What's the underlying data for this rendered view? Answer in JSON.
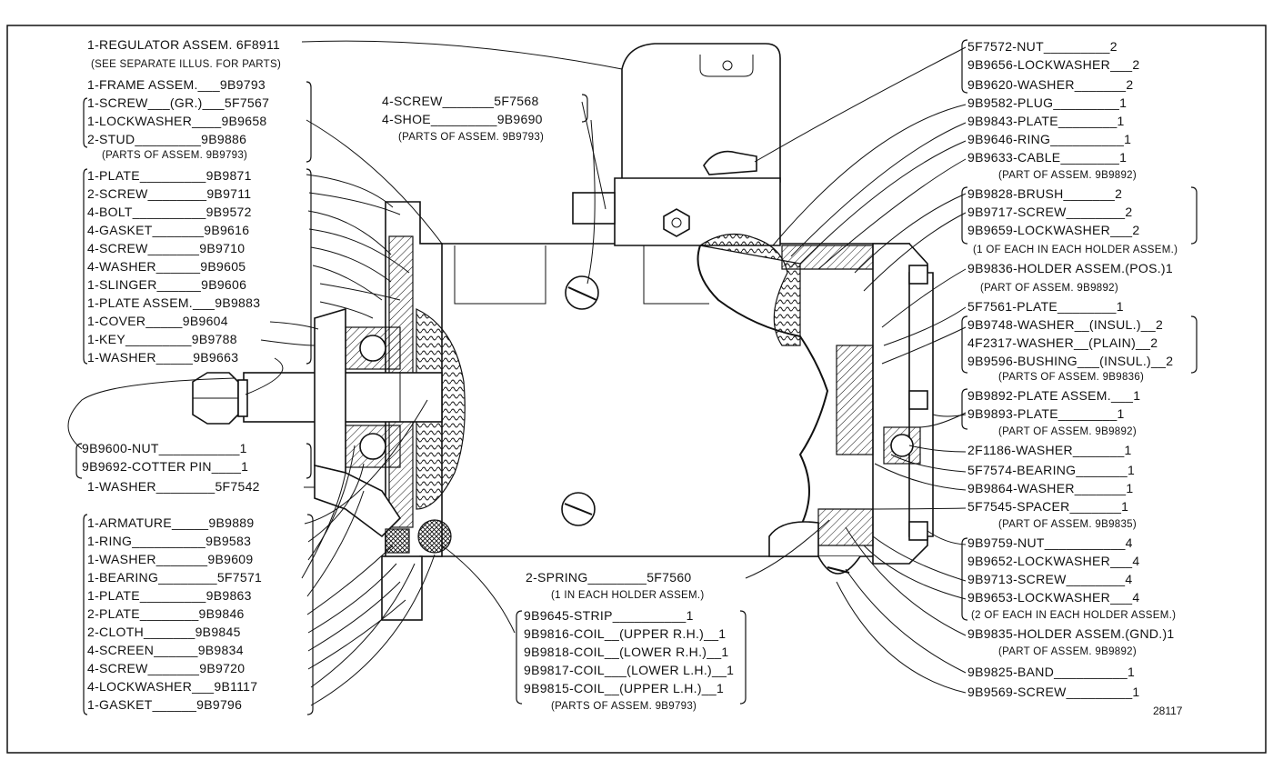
{
  "figure_number": "28117",
  "left_labels": [
    {
      "id": "regulator",
      "text": "1-REGULATOR ASSEM. 6F8911",
      "sub": "(SEE SEPARATE ILLUS. FOR PARTS)"
    },
    {
      "id": "frame",
      "text": "1-FRAME ASSEM.___9B9793"
    },
    {
      "id": "screw-gr",
      "text": "1-SCREW___(GR.)___5F7567"
    },
    {
      "id": "lockwasher-9b9658",
      "text": "1-LOCKWASHER____9B9658"
    },
    {
      "id": "stud",
      "text": "2-STUD_________9B9886",
      "sub": "(PARTS OF ASSEM. 9B9793)"
    },
    {
      "id": "plate-9b9871",
      "text": "1-PLATE_________9B9871"
    },
    {
      "id": "screw-9b9711",
      "text": "2-SCREW________9B9711"
    },
    {
      "id": "bolt",
      "text": "4-BOLT__________9B9572"
    },
    {
      "id": "gasket-9b9616",
      "text": "4-GASKET_______9B9616"
    },
    {
      "id": "screw-9b9710",
      "text": "4-SCREW_______9B9710"
    },
    {
      "id": "washer-9b9605",
      "text": "4-WASHER______9B9605"
    },
    {
      "id": "slinger",
      "text": "1-SLINGER______9B9606"
    },
    {
      "id": "plate-assem-9b9883",
      "text": "1-PLATE ASSEM.___9B9883"
    },
    {
      "id": "cover",
      "text": "1-COVER_____9B9604"
    },
    {
      "id": "key",
      "text": "1-KEY_________9B9788"
    },
    {
      "id": "washer-9b9663",
      "text": "1-WASHER_____9B9663"
    },
    {
      "id": "nut-9b9600",
      "text": "9B9600-NUT___________1"
    },
    {
      "id": "cotter-pin",
      "text": "9B9692-COTTER PIN____1"
    },
    {
      "id": "washer-5f7542",
      "text": "1-WASHER________5F7542"
    },
    {
      "id": "armature",
      "text": "1-ARMATURE_____9B9889"
    },
    {
      "id": "ring-9b9583",
      "text": "1-RING__________9B9583"
    },
    {
      "id": "washer-9b9609",
      "text": "1-WASHER_______9B9609"
    },
    {
      "id": "bearing-5f7571",
      "text": "1-BEARING________5F7571"
    },
    {
      "id": "plate-9b9863",
      "text": "1-PLATE_________9B9863"
    },
    {
      "id": "plate-9b9846",
      "text": "2-PLATE________9B9846"
    },
    {
      "id": "cloth",
      "text": "2-CLOTH_______9B9845"
    },
    {
      "id": "screen",
      "text": "4-SCREEN______9B9834"
    },
    {
      "id": "screw-9b9720",
      "text": "4-SCREW_______9B9720"
    },
    {
      "id": "lockwasher-9b1117",
      "text": "4-LOCKWASHER___9B1117"
    },
    {
      "id": "gasket-9b9796",
      "text": "1-GASKET______9B9796"
    }
  ],
  "center_labels": [
    {
      "id": "screw-5f7568",
      "text": "4-SCREW_______5F7568"
    },
    {
      "id": "shoe",
      "text": "4-SHOE_________9B9690",
      "sub": "(PARTS OF ASSEM. 9B9793)"
    },
    {
      "id": "spring",
      "text": "2-SPRING________5F7560",
      "sub": "(1 IN EACH HOLDER ASSEM.)"
    },
    {
      "id": "strip",
      "text": "9B9645-STRIP__________1"
    },
    {
      "id": "coil-upper-rh",
      "text": "9B9816-COIL__(UPPER R.H.)__1"
    },
    {
      "id": "coil-lower-rh",
      "text": "9B9818-COIL__(LOWER R.H.)__1"
    },
    {
      "id": "coil-lower-lh",
      "text": "9B9817-COIL___(LOWER L.H.)__1"
    },
    {
      "id": "coil-upper-lh",
      "text": "9B9815-COIL__(UPPER L.H.)__1",
      "sub": "(PARTS OF ASSEM. 9B9793)"
    }
  ],
  "right_labels": [
    {
      "id": "nut-5f7572",
      "text": "5F7572-NUT_________2"
    },
    {
      "id": "lockwasher-9b9656",
      "text": "9B9656-LOCKWASHER___2"
    },
    {
      "id": "washer-9b9620",
      "text": "9B9620-WASHER_______2"
    },
    {
      "id": "plug",
      "text": "9B9582-PLUG_________1"
    },
    {
      "id": "plate-9b9843",
      "text": "9B9843-PLATE________1"
    },
    {
      "id": "ring-9b9646",
      "text": "9B9646-RING__________1"
    },
    {
      "id": "cable",
      "text": "9B9633-CABLE________1",
      "sub": "(PART OF ASSEM. 9B9892)"
    },
    {
      "id": "brush",
      "text": "9B9828-BRUSH_______2"
    },
    {
      "id": "screw-9b9717",
      "text": "9B9717-SCREW________2"
    },
    {
      "id": "lockwasher-9b9659",
      "text": "9B9659-LOCKWASHER___2",
      "sub": "(1 OF EACH IN EACH HOLDER ASSEM.)"
    },
    {
      "id": "holder-pos",
      "text": "9B9836-HOLDER ASSEM.(POS.)1",
      "sub": "(PART OF ASSEM. 9B9892)"
    },
    {
      "id": "plate-5f7561",
      "text": "5F7561-PLATE________1"
    },
    {
      "id": "washer-insul",
      "text": "9B9748-WASHER__(INSUL.)__2"
    },
    {
      "id": "washer-plain",
      "text": "4F2317-WASHER__(PLAIN)__2"
    },
    {
      "id": "bushing-insul",
      "text": "9B9596-BUSHING___(INSUL.)__2",
      "sub": "(PARTS OF ASSEM. 9B9836)"
    },
    {
      "id": "plate-assem-9b9892",
      "text": "9B9892-PLATE ASSEM.___1"
    },
    {
      "id": "plate-9b9893",
      "text": "9B9893-PLATE________1",
      "sub": "(PART OF ASSEM. 9B9892)"
    },
    {
      "id": "washer-2f1186",
      "text": "2F1186-WASHER_______1"
    },
    {
      "id": "bearing-5f7574",
      "text": "5F7574-BEARING_______1"
    },
    {
      "id": "washer-9b9864",
      "text": "9B9864-WASHER_______1"
    },
    {
      "id": "spacer",
      "text": "5F7545-SPACER_______1",
      "sub": "(PART OF ASSEM. 9B9835)"
    },
    {
      "id": "nut-9b9759",
      "text": "9B9759-NUT___________4"
    },
    {
      "id": "lockwasher-9b9652",
      "text": "9B9652-LOCKWASHER___4"
    },
    {
      "id": "screw-9b9713",
      "text": "9B9713-SCREW________4"
    },
    {
      "id": "lockwasher-9b9653",
      "text": "9B9653-LOCKWASHER___4",
      "sub": "(2 OF EACH IN EACH HOLDER ASSEM.)"
    },
    {
      "id": "holder-gnd",
      "text": "9B9835-HOLDER ASSEM.(GND.)1",
      "sub": "(PART OF ASSEM. 9B9892)"
    },
    {
      "id": "band",
      "text": "9B9825-BAND__________1"
    },
    {
      "id": "screw-9b9569",
      "text": "9B9569-SCREW_________1"
    }
  ]
}
